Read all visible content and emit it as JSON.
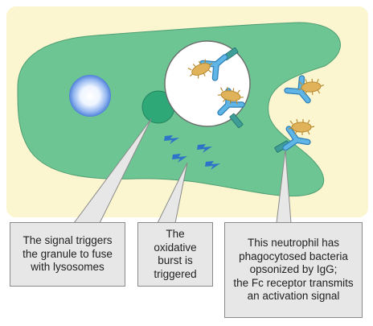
{
  "callouts": {
    "granule": "The signal triggers\nthe granule to fuse\nwith lysosomes",
    "burst": "The oxidative\nburst is\ntriggered",
    "neutrophil": "This neutrophil has\nphagocytosed bacteria\nopsonized by IgG;\nthe Fc receptor transmits\nan activation signal"
  },
  "colors": {
    "panel_background": "#fbf6cf",
    "cell_body": "#6cc592",
    "granule": "#2fa878",
    "phagosome": "#ffffff",
    "receptor": "#3f9d98",
    "antibody": "#5fb6e6",
    "bacterium": "#e0b25a",
    "oxidative_burst": "#2d74c8",
    "callout_box": "#e7e7e7"
  }
}
